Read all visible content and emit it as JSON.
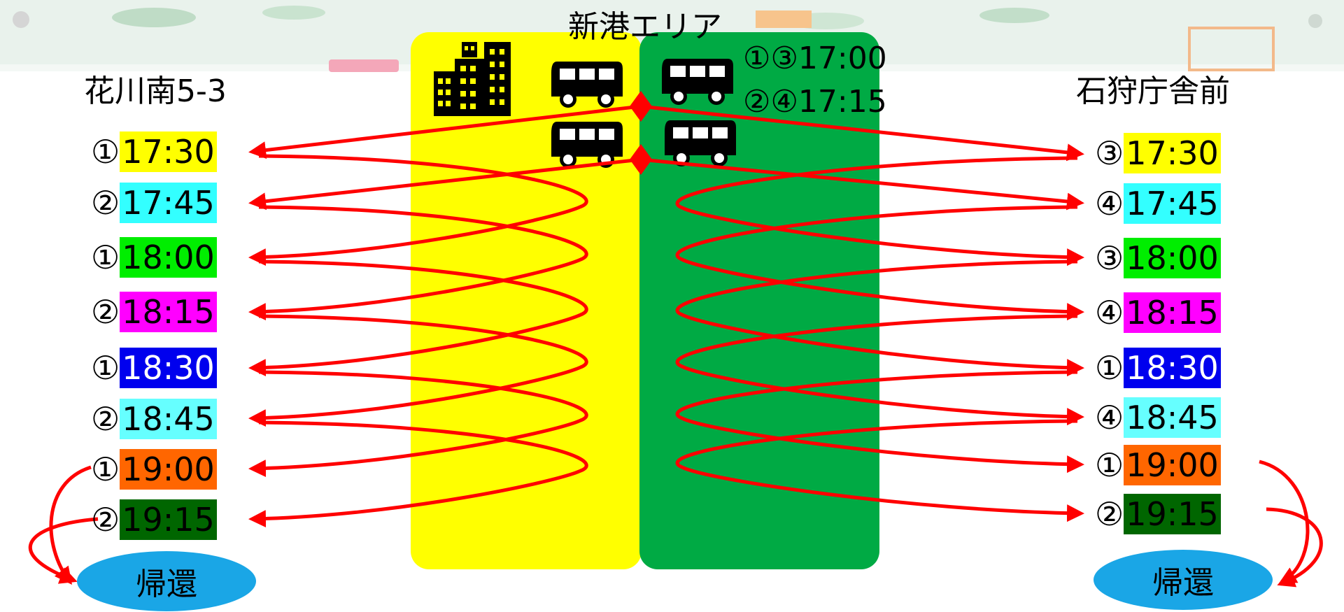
{
  "area_title": "新港エリア",
  "departure_info": [
    "①③17:00",
    "②④17:15"
  ],
  "left_stop": {
    "name": "花川南5-3",
    "times": [
      {
        "bus": "①",
        "time": "17:30",
        "color": "#ffff00",
        "text": "#000000"
      },
      {
        "bus": "②",
        "time": "17:45",
        "color": "#33ffff",
        "text": "#000000"
      },
      {
        "bus": "①",
        "time": "18:00",
        "color": "#00ee00",
        "text": "#000000"
      },
      {
        "bus": "②",
        "time": "18:15",
        "color": "#ff00ff",
        "text": "#000000"
      },
      {
        "bus": "①",
        "time": "18:30",
        "color": "#0000ee",
        "text": "#ffffff"
      },
      {
        "bus": "②",
        "time": "18:45",
        "color": "#66ffff",
        "text": "#000000"
      },
      {
        "bus": "①",
        "time": "19:00",
        "color": "#ff6600",
        "text": "#000000"
      },
      {
        "bus": "②",
        "time": "19:15",
        "color": "#006600",
        "text": "#000000"
      }
    ],
    "return_label": "帰還"
  },
  "right_stop": {
    "name": "石狩庁舎前",
    "times": [
      {
        "bus": "③",
        "time": "17:30",
        "color": "#ffff00",
        "text": "#000000"
      },
      {
        "bus": "④",
        "time": "17:45",
        "color": "#33ffff",
        "text": "#000000"
      },
      {
        "bus": "③",
        "time": "18:00",
        "color": "#00ee00",
        "text": "#000000"
      },
      {
        "bus": "④",
        "time": "18:15",
        "color": "#ff00ff",
        "text": "#000000"
      },
      {
        "bus": "①",
        "time": "18:30",
        "color": "#0000ee",
        "text": "#ffffff"
      },
      {
        "bus": "④",
        "time": "18:45",
        "color": "#66ffff",
        "text": "#000000"
      },
      {
        "bus": "①",
        "time": "19:00",
        "color": "#ff6600",
        "text": "#000000"
      },
      {
        "bus": "②",
        "time": "19:15",
        "color": "#006600",
        "text": "#000000"
      }
    ],
    "return_label": "帰還"
  },
  "colors": {
    "area_left": "#ffff00",
    "area_right": "#00aa44",
    "route": "#ff0000",
    "return_oval": "#1aa6e6"
  },
  "icons": [
    "buildings-icon",
    "bus-icon"
  ]
}
